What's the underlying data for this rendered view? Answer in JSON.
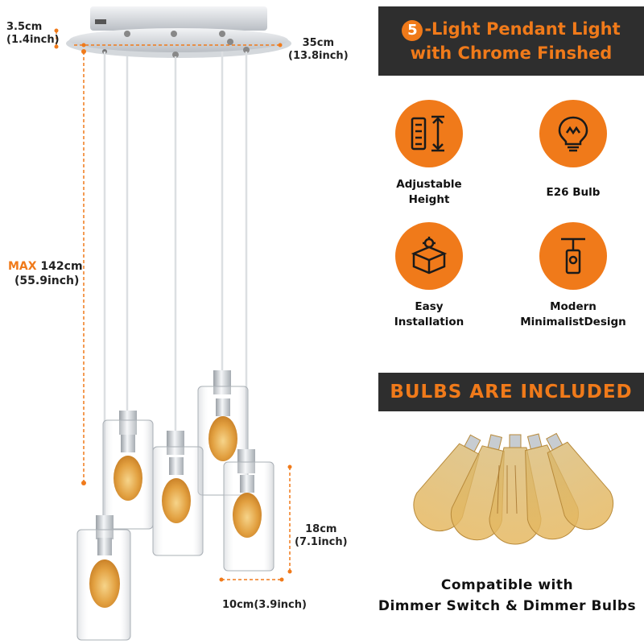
{
  "dimensions": {
    "canopy_height": "3.5cm",
    "canopy_height_in": "(1.4inch)",
    "canopy_width": "35cm",
    "canopy_width_in": "(13.8inch)",
    "max_prefix": "MAX",
    "max_length": " 142cm",
    "max_length_in": "(55.9inch)",
    "shade_height": "18cm",
    "shade_height_in": "(7.1inch)",
    "shade_width": "10cm(3.9inch)"
  },
  "header": {
    "number": "5",
    "line1": "-Light Pendant Light",
    "line2": "with Chrome Finshed"
  },
  "features": [
    {
      "icon": "adjustable-height-icon",
      "label_line1": "Adjustable",
      "label_line2": "Height"
    },
    {
      "icon": "bulb-icon",
      "label_line1": "E26 Bulb",
      "label_line2": ""
    },
    {
      "icon": "installation-box-icon",
      "label_line1": "Easy",
      "label_line2": "Installation"
    },
    {
      "icon": "pendant-lamp-icon",
      "label_line1": "Modern",
      "label_line2": "MinimalistDesign"
    }
  ],
  "bulbs_banner": "BULBS ARE INCLUDED",
  "compatibility": {
    "line1": "Compatible with",
    "line2": "Dimmer Switch & Dimmer Bulbs"
  },
  "colors": {
    "accent": "#f07a1a",
    "banner_bg": "#2e2e2e",
    "chrome": "#c9cdd2",
    "amber": "#e2a040"
  }
}
